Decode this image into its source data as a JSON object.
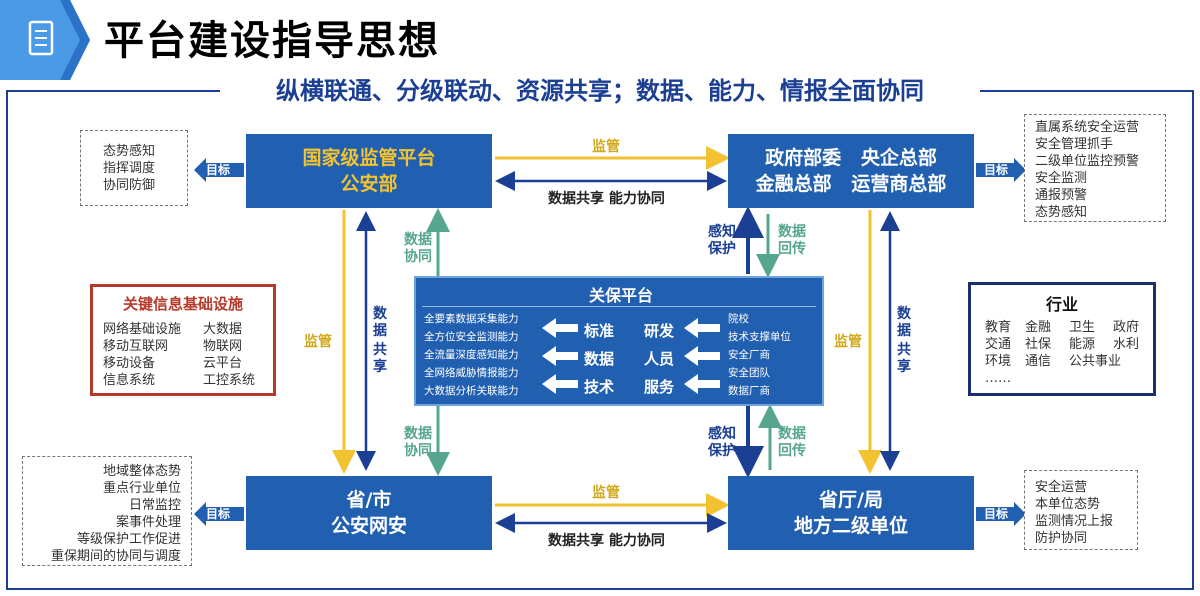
{
  "header": {
    "title": "平台建设指导思想",
    "subtitle": "纵横联通、分级联动、资源共享；数据、能力、情报全面协同"
  },
  "nodes": {
    "national": {
      "line1": "国家级监管平台",
      "line2": "公安部"
    },
    "ministry": {
      "line1": "政府部委   央企总部",
      "line2": "金融总部   运营商总部"
    },
    "provincial_police": {
      "line1": "省/市",
      "line2": "公安网安"
    },
    "provincial_dept": {
      "line1": "省厅/局",
      "line2": "地方二级单位"
    },
    "center": {
      "title": "关保平台",
      "abilities": [
        "全要素数据采集能力",
        "全方位安全监测能力",
        "全流量深度感知能力",
        "全网络威胁情报能力",
        "大数据分析关联能力"
      ],
      "middle_left": [
        "标准",
        "数据",
        "技术"
      ],
      "middle_right": [
        "研发",
        "人员",
        "服务"
      ],
      "partners": [
        "院校",
        "技术支撑单位",
        "安全厂商",
        "安全团队",
        "数据厂商"
      ]
    }
  },
  "edges": {
    "supervise": "监管",
    "data_share": "数据共享 能力协同",
    "data_collab": [
      "数据",
      "协同"
    ],
    "sense_protect": [
      "感知",
      "保护"
    ],
    "data_return": [
      "数据",
      "回传"
    ],
    "data_share_vertical": [
      "数据",
      "共享"
    ]
  },
  "goal_label": "目标",
  "goals": {
    "top_left": [
      "态势感知",
      "指挥调度",
      "协同防御"
    ],
    "top_right": [
      "直属系统安全运营",
      "安全管理抓手",
      "二级单位监控预警",
      "安全监测",
      "通报预警",
      "态势感知"
    ],
    "bottom_left": [
      "地域整体态势",
      "重点行业单位",
      "日常监控",
      "案事件处理",
      "等级保护工作促进",
      "重保期间的协同与调度"
    ],
    "bottom_right": [
      "安全运营",
      "本单位态势",
      "监测情况上报",
      "防护协同"
    ]
  },
  "key_infra": {
    "title": "关键信息基础设施",
    "col1": [
      "网络基础设施",
      "移动互联网",
      "移动设备",
      "信息系统"
    ],
    "col2": [
      "大数据",
      "物联网",
      "云平台",
      "工控系统"
    ]
  },
  "industry": {
    "title": "行业",
    "rows": [
      [
        "教育",
        "金融",
        "卫生",
        "政府"
      ],
      [
        "交通",
        "社保",
        "能源",
        "水利"
      ],
      [
        "环境",
        "通信",
        "公共事业",
        ""
      ]
    ],
    "more": "……"
  },
  "colors": {
    "blue": "#2160b0",
    "navy": "#1b3f93",
    "yellow": "#f2c230",
    "teal": "#56a58f",
    "red": "#b63a2a"
  }
}
